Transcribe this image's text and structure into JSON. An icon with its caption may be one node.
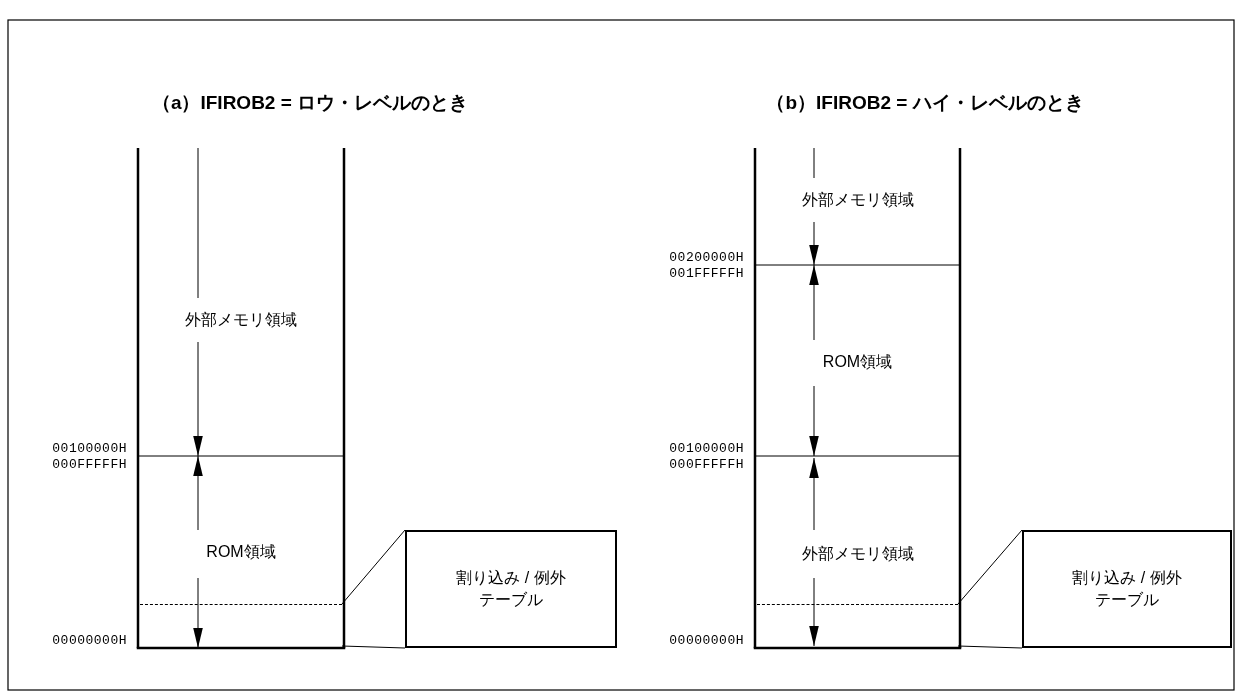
{
  "diagram": {
    "nodes": [
      {
        "text": [
          "外部メモリ領域"
        ]
      },
      {
        "text": [
          "ROM領域"
        ]
      },
      {
        "text": [],
        "shape": "box"
      },
      {
        "text": [
          "割り込み / 例外テーブル"
        ]
      },
      {
        "text": [
          "外部メモリ領域"
        ]
      },
      {
        "text": [
          "ROM領域"
        ]
      },
      {
        "text": [
          "外部メモリ領域"
        ]
      },
      {
        "text": [],
        "shape": "box"
      },
      {
        "text": [
          "割り込み / 例外テーブル"
        ]
      }
    ],
    "edges": [
      {
        "from": 2,
        "to": 3,
        "arrow": "none"
      },
      {
        "from": 2,
        "to": 3,
        "arrow": "none"
      },
      {
        "from": 7,
        "to": 8,
        "arrow": "none"
      },
      {
        "from": 7,
        "to": 8,
        "arrow": "none"
      }
    ],
    "labels": [
      "（a）IFIROB2 = ロウ・レベルのとき",
      "（b）IFIROB2 = ハイ・レベルのとき",
      "00100000H",
      "000FFFFFH",
      "00000000H",
      "00200000H",
      "001FFFFFH",
      "00100000H",
      "000FFFFFH",
      "00000000H"
    ]
  }
}
